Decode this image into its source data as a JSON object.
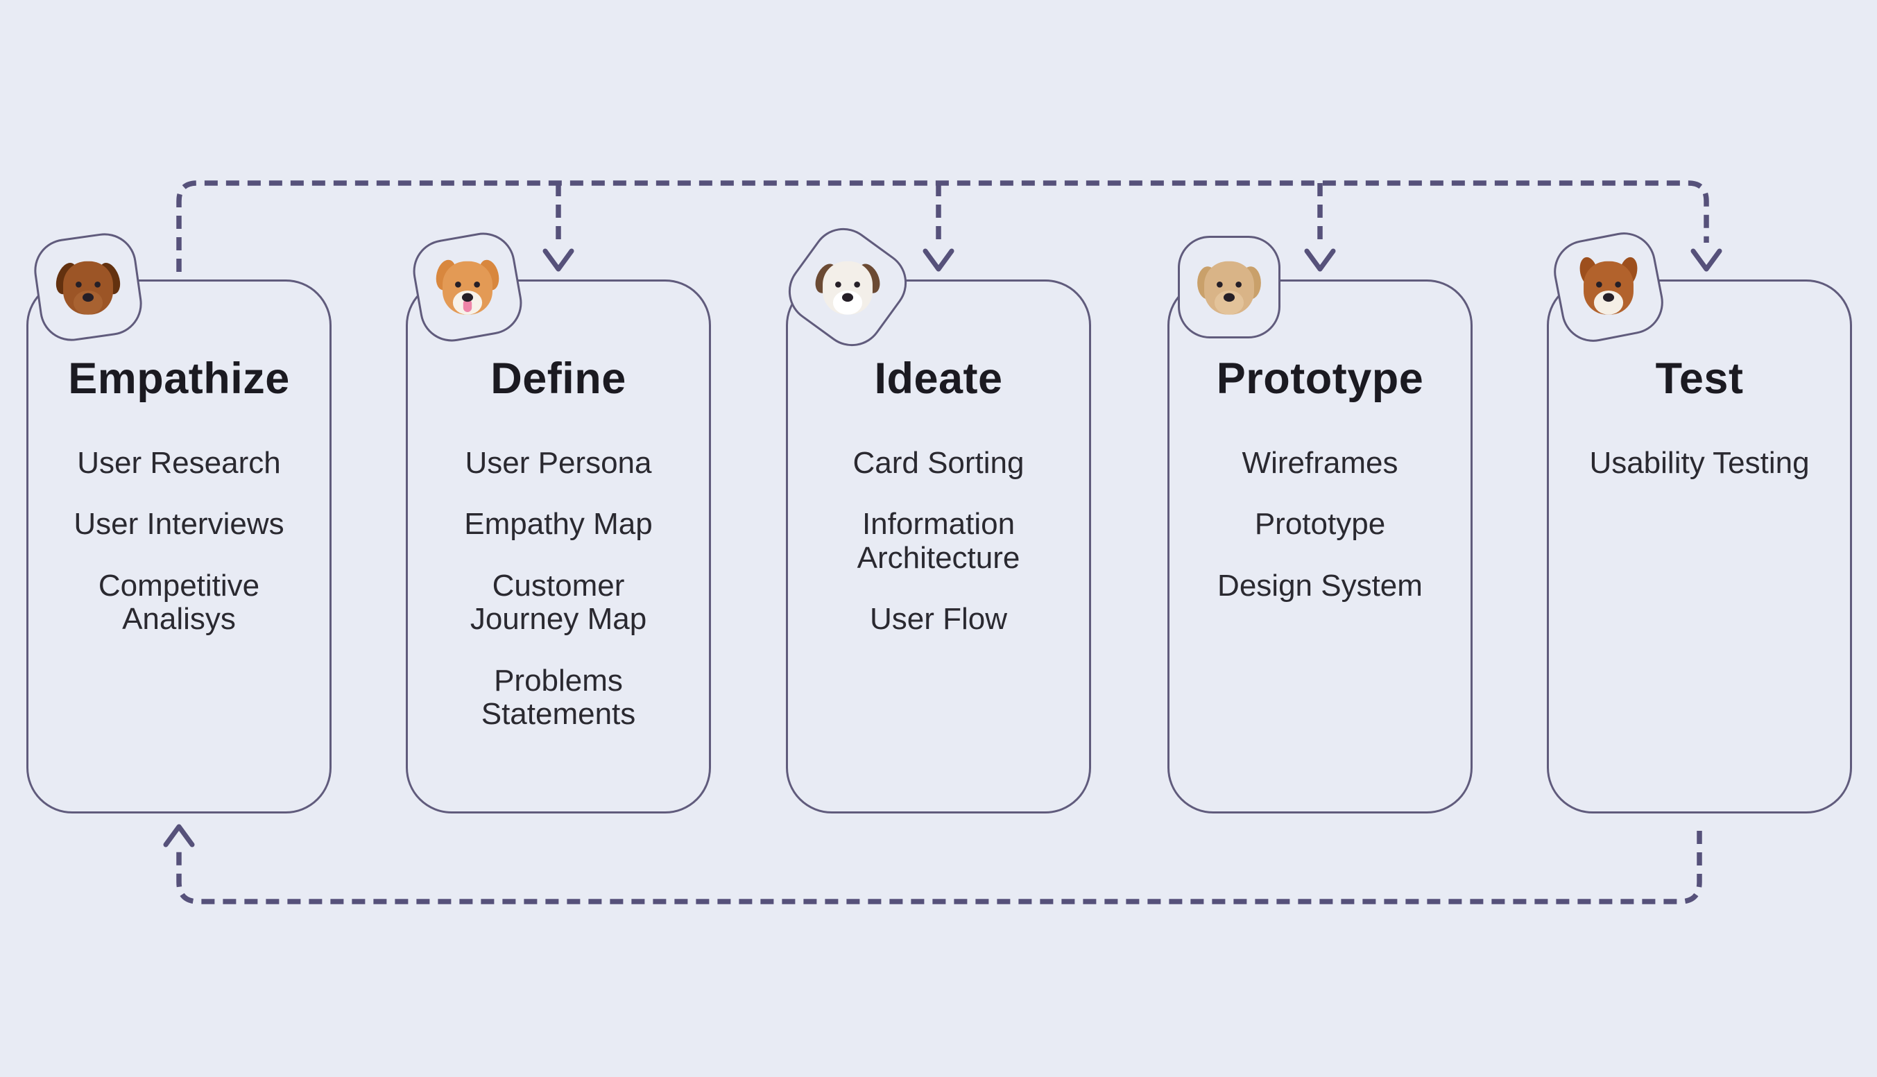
{
  "page": {
    "background": "#e8ebf4",
    "connector_color": "#56517a",
    "card_border_color": "#605b7c",
    "title_color": "#1b1a21",
    "item_color": "#2a2930",
    "dog_feature_color": "#251f27"
  },
  "stages": [
    {
      "title": "Empathize",
      "items": [
        "User Research",
        "User Interviews",
        "Competitive\nAnalisys"
      ],
      "dog": {
        "name": "dachshund-dog-photo",
        "fur": "#9c5526",
        "ear": "#63310f",
        "face": "#a86231",
        "tongue": "none"
      }
    },
    {
      "title": "Define",
      "items": [
        "User Persona",
        "Empathy Map",
        "Customer\nJourney Map",
        "Problems\nStatements"
      ],
      "dog": {
        "name": "akita-dog-photo",
        "fur": "#e39a55",
        "ear": "#d8873e",
        "face": "#f7f2ea",
        "tongue": "#ee85a8"
      }
    },
    {
      "title": "Ideate",
      "items": [
        "Card Sorting",
        "Information\nArchitecture",
        "User Flow"
      ],
      "dog": {
        "name": "jack-russell-dog-photo",
        "fur": "#f3efe9",
        "ear": "#6b4a33",
        "face": "#ffffff",
        "tongue": "none"
      }
    },
    {
      "title": "Prototype",
      "items": [
        "Wireframes",
        "Prototype",
        "Design System"
      ],
      "dog": {
        "name": "poodle-dog-photo",
        "fur": "#d9b487",
        "ear": "#c9a06a",
        "face": "#e3c39a",
        "tongue": "none"
      }
    },
    {
      "title": "Test",
      "items": [
        "Usability Testing"
      ],
      "dog": {
        "name": "basenji-dog-photo",
        "fur": "#b2622c",
        "ear": "#9d4f1d",
        "face": "#f5efe6",
        "tongue": "none"
      }
    }
  ]
}
